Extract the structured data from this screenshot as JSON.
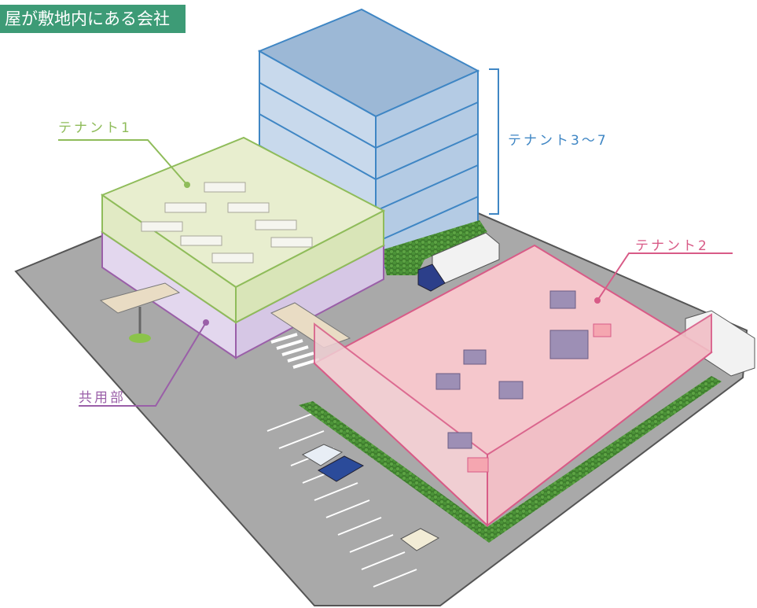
{
  "title": "屋が敷地内にある会社",
  "labels": {
    "tenant1": "テナント1",
    "tenant2": "テナント2",
    "tenant3_7": "テナント3～7",
    "common": "共用部"
  },
  "colors": {
    "title_bg": "#3d9b76",
    "tenant1": "#8fbc5a",
    "tenant2": "#d85b87",
    "tenant3_7": "#3f86c4",
    "common": "#9a5fa8"
  }
}
